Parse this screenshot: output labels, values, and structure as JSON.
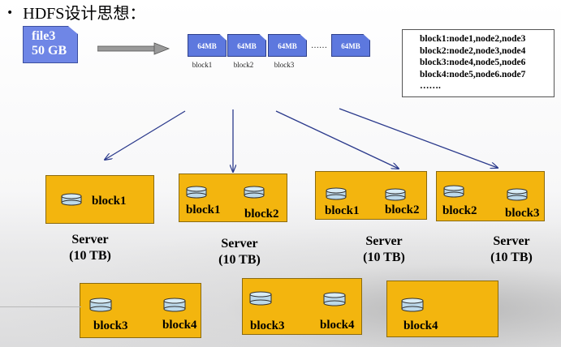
{
  "title": "HDFS设计思想：",
  "bullet_glyph": "•",
  "file": {
    "name": "file3",
    "size": "50 GB"
  },
  "blocks": [
    {
      "size": "64MB",
      "label": "block1"
    },
    {
      "size": "64MB",
      "label": "block2"
    },
    {
      "size": "64MB",
      "label": "block3"
    },
    {
      "size": "64MB",
      "label": ""
    }
  ],
  "ellipsis": "……",
  "mapping": [
    "block1:node1,node2,node3",
    "block2:node2,node3,node4",
    "block3:node4,node5,node6",
    "block4:node5,node6.node7",
    "……."
  ],
  "servers_top": [
    {
      "blocks": [
        "block1"
      ],
      "name": "Server",
      "capacity": "(10 TB)"
    },
    {
      "blocks": [
        "block1",
        "block2"
      ],
      "name": "Server",
      "capacity": "(10 TB)"
    },
    {
      "blocks": [
        "block1",
        "block2"
      ],
      "name": "Server",
      "capacity": "(10 TB)"
    },
    {
      "blocks": [
        "block2",
        "block3"
      ],
      "name": "Server",
      "capacity": "(10 TB)"
    }
  ],
  "servers_bottom": [
    {
      "blocks": [
        "block3",
        "block4"
      ]
    },
    {
      "blocks": [
        "block3",
        "block4"
      ]
    },
    {
      "blocks": [
        "block4"
      ]
    }
  ],
  "colors": {
    "node_fill": "#f3b50e",
    "block_fill": "#5d78de",
    "file_fill": "#6f86e6",
    "arrow": "#2b3a8c"
  }
}
